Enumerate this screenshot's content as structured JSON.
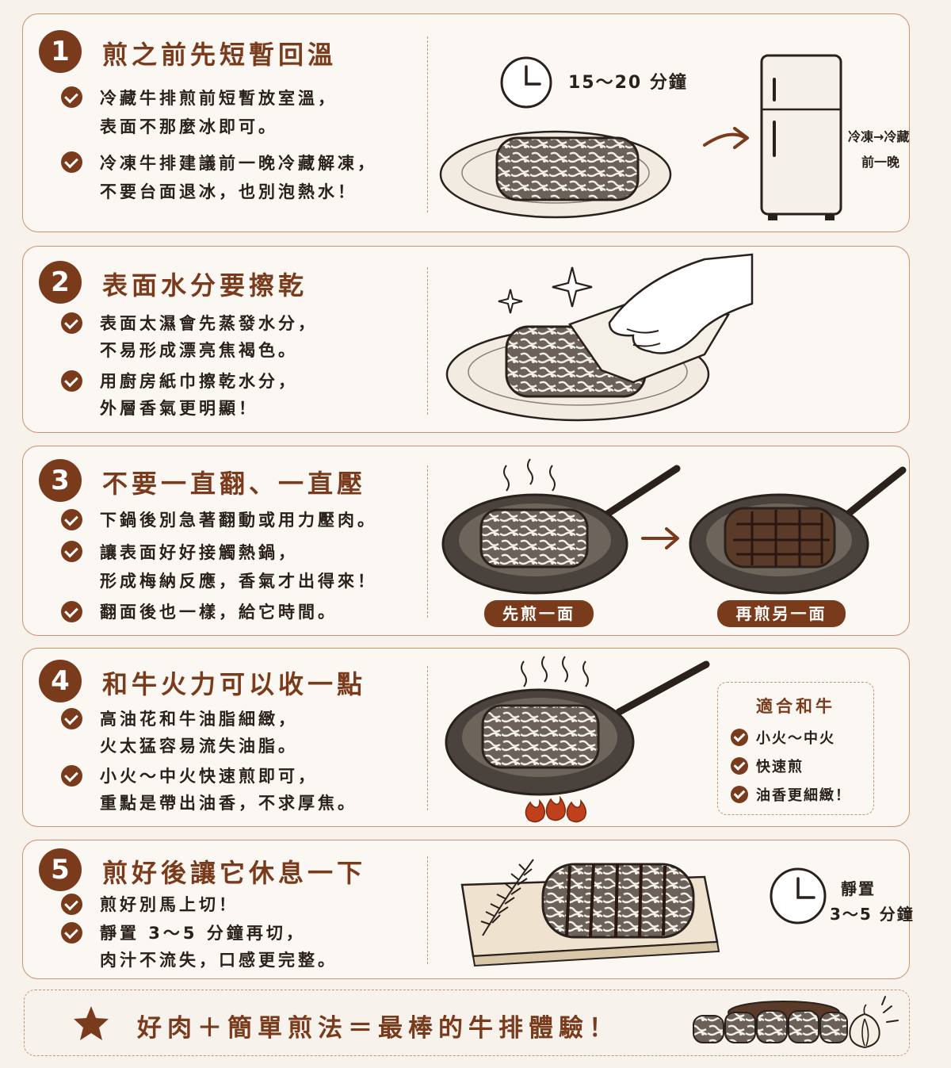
{
  "sections": [
    {
      "number": "1",
      "title": "煎之前先短暫回溫",
      "points": [
        "冷藏牛排煎前短暫放室溫，\n表面不那麼冰即可。",
        "冷凍牛排建議前一晚冷藏解凍，\n不要台面退冰，也別泡熱水！"
      ],
      "illustration": {
        "timer_label": "15～20 分鐘",
        "fridge_label": "冷凍→冷藏\n前一晚",
        "icons": [
          "clock-icon",
          "arrow-right-icon",
          "fridge-icon",
          "steak-plate-icon"
        ]
      }
    },
    {
      "number": "2",
      "title": "表面水分要擦乾",
      "points": [
        "表面太濕會先蒸發水分，\n不易形成漂亮焦褐色。",
        "用廚房紙巾擦乾水分，\n外層香氣更明顯！"
      ],
      "illustration": {
        "icons": [
          "sparkle-icon",
          "hand-paper-towel-icon",
          "steak-plate-icon"
        ]
      }
    },
    {
      "number": "3",
      "title": "不要一直翻、一直壓",
      "points": [
        "下鍋後別急著翻動或用力壓肉。",
        "讓表面好好接觸熱鍋，\n形成梅納反應，香氣才出得來！",
        "翻面後也一樣，給它時間。"
      ],
      "illustration": {
        "label_first": "先煎一面",
        "label_second": "再煎另一面",
        "icons": [
          "pan-icon",
          "steam-icon",
          "arrow-right-icon"
        ]
      }
    },
    {
      "number": "4",
      "title": "和牛火力可以收一點",
      "points": [
        "高油花和牛油脂細緻，\n火太猛容易流失油脂。",
        "小火～中火快速煎即可，\n重點是帶出油香，不求厚焦。"
      ],
      "illustration": {
        "icons": [
          "pan-icon",
          "steam-icon",
          "flame-icon"
        ]
      },
      "tip": {
        "title": "適合和牛",
        "items": [
          "小火～中火",
          "快速煎",
          "油香更細緻！"
        ]
      }
    },
    {
      "number": "5",
      "title": "煎好後讓它休息一下",
      "points": [
        "煎好別馬上切！",
        "靜置 3～5 分鐘再切，\n肉汁不流失，口感更完整。"
      ],
      "illustration": {
        "rest_label": "靜置\n3～5 分鐘",
        "icons": [
          "cutting-board-icon",
          "rosemary-icon",
          "clock-icon"
        ]
      }
    }
  ],
  "footer": {
    "text": "好肉＋簡單煎法＝最棒的牛排體驗！",
    "icons": [
      "star-icon",
      "sliced-steak-icon",
      "garlic-icon"
    ]
  },
  "colors": {
    "accent": "#7a3b1d",
    "border": "#c99272",
    "background": "#f7f2eb",
    "text": "#2a211c"
  }
}
